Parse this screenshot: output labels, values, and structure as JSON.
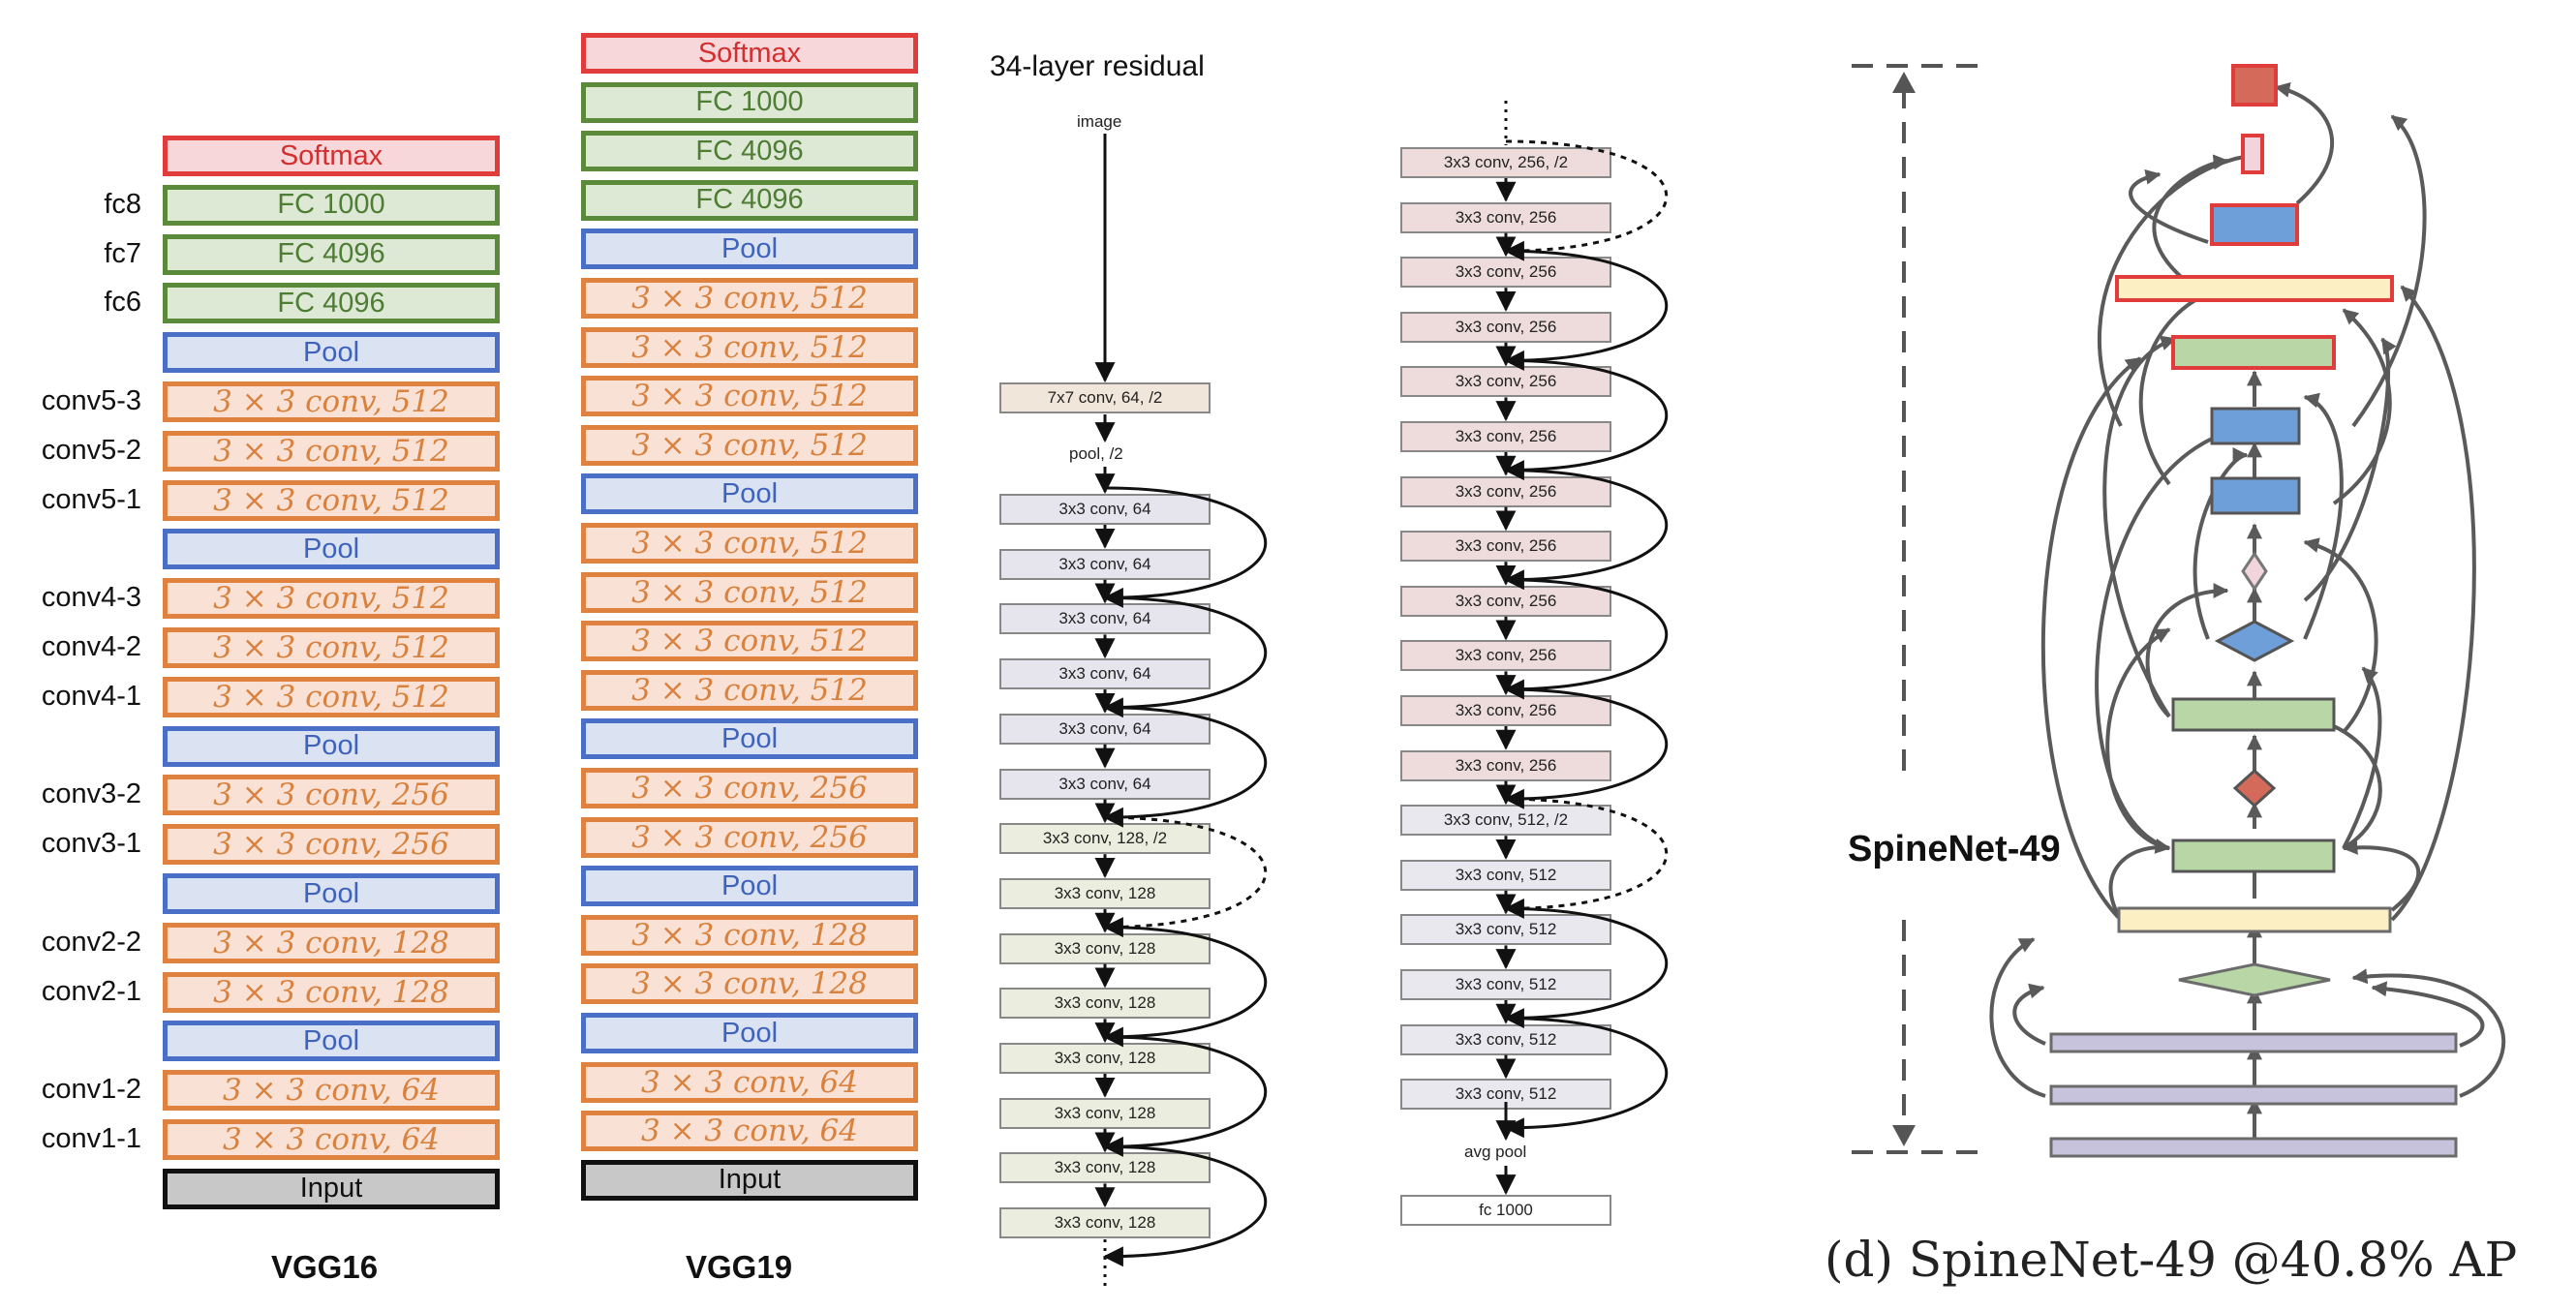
{
  "vgg16": {
    "caption": "VGG16",
    "layers": [
      {
        "kind": "softmax",
        "label": "Softmax",
        "name": ""
      },
      {
        "kind": "fc",
        "label": "FC 1000",
        "name": "fc8"
      },
      {
        "kind": "fc",
        "label": "FC 4096",
        "name": "fc7"
      },
      {
        "kind": "fc",
        "label": "FC 4096",
        "name": "fc6"
      },
      {
        "kind": "pool",
        "label": "Pool",
        "name": ""
      },
      {
        "kind": "conv",
        "label": "3 × 3 conv, 512",
        "name": "conv5-3"
      },
      {
        "kind": "conv",
        "label": "3 × 3 conv, 512",
        "name": "conv5-2"
      },
      {
        "kind": "conv",
        "label": "3 × 3 conv, 512",
        "name": "conv5-1"
      },
      {
        "kind": "pool",
        "label": "Pool",
        "name": ""
      },
      {
        "kind": "conv",
        "label": "3 × 3 conv, 512",
        "name": "conv4-3"
      },
      {
        "kind": "conv",
        "label": "3 × 3 conv, 512",
        "name": "conv4-2"
      },
      {
        "kind": "conv",
        "label": "3 × 3 conv, 512",
        "name": "conv4-1"
      },
      {
        "kind": "pool",
        "label": "Pool",
        "name": ""
      },
      {
        "kind": "conv",
        "label": "3 × 3 conv, 256",
        "name": "conv3-2"
      },
      {
        "kind": "conv",
        "label": "3 × 3 conv, 256",
        "name": "conv3-1"
      },
      {
        "kind": "pool",
        "label": "Pool",
        "name": ""
      },
      {
        "kind": "conv",
        "label": "3 × 3 conv, 128",
        "name": "conv2-2"
      },
      {
        "kind": "conv",
        "label": "3 × 3 conv, 128",
        "name": "conv2-1"
      },
      {
        "kind": "pool",
        "label": "Pool",
        "name": ""
      },
      {
        "kind": "conv",
        "label": "3 × 3 conv, 64",
        "name": "conv1-2"
      },
      {
        "kind": "conv",
        "label": "3 × 3 conv, 64",
        "name": "conv1-1"
      },
      {
        "kind": "input",
        "label": "Input",
        "name": ""
      }
    ]
  },
  "vgg19": {
    "caption": "VGG19",
    "layers": [
      {
        "kind": "softmax",
        "label": "Softmax"
      },
      {
        "kind": "fc",
        "label": "FC 1000"
      },
      {
        "kind": "fc",
        "label": "FC 4096"
      },
      {
        "kind": "fc",
        "label": "FC 4096"
      },
      {
        "kind": "pool",
        "label": "Pool"
      },
      {
        "kind": "conv",
        "label": "3 × 3 conv, 512"
      },
      {
        "kind": "conv",
        "label": "3 × 3 conv, 512"
      },
      {
        "kind": "conv",
        "label": "3 × 3 conv, 512"
      },
      {
        "kind": "conv",
        "label": "3 × 3 conv, 512"
      },
      {
        "kind": "pool",
        "label": "Pool"
      },
      {
        "kind": "conv",
        "label": "3 × 3 conv, 512"
      },
      {
        "kind": "conv",
        "label": "3 × 3 conv, 512"
      },
      {
        "kind": "conv",
        "label": "3 × 3 conv, 512"
      },
      {
        "kind": "conv",
        "label": "3 × 3 conv, 512"
      },
      {
        "kind": "pool",
        "label": "Pool"
      },
      {
        "kind": "conv",
        "label": "3 × 3 conv, 256"
      },
      {
        "kind": "conv",
        "label": "3 × 3 conv, 256"
      },
      {
        "kind": "pool",
        "label": "Pool"
      },
      {
        "kind": "conv",
        "label": "3 × 3 conv, 128"
      },
      {
        "kind": "conv",
        "label": "3 × 3 conv, 128"
      },
      {
        "kind": "pool",
        "label": "Pool"
      },
      {
        "kind": "conv",
        "label": "3 × 3 conv, 64"
      },
      {
        "kind": "conv",
        "label": "3 × 3 conv, 64"
      },
      {
        "kind": "input",
        "label": "Input"
      }
    ]
  },
  "resnet": {
    "title": "34-layer residual",
    "image_label": "image",
    "stem_label": "7x7 conv, 64, /2",
    "pool_label": "pool, /2",
    "col1": [
      {
        "label": "3x3 conv, 64",
        "color": "#e6e4ec"
      },
      {
        "label": "3x3 conv, 64",
        "color": "#e6e4ec"
      },
      {
        "label": "3x3 conv, 64",
        "color": "#e6e4ec"
      },
      {
        "label": "3x3 conv, 64",
        "color": "#e6e4ec"
      },
      {
        "label": "3x3 conv, 64",
        "color": "#e6e4ec"
      },
      {
        "label": "3x3 conv, 64",
        "color": "#e6e4ec"
      },
      {
        "label": "3x3 conv, 128, /2",
        "color": "#ebeede"
      },
      {
        "label": "3x3 conv, 128",
        "color": "#ebeede"
      },
      {
        "label": "3x3 conv, 128",
        "color": "#ebeede"
      },
      {
        "label": "3x3 conv, 128",
        "color": "#ebeede"
      },
      {
        "label": "3x3 conv, 128",
        "color": "#ebeede"
      },
      {
        "label": "3x3 conv, 128",
        "color": "#ebeede"
      },
      {
        "label": "3x3 conv, 128",
        "color": "#ebeede"
      },
      {
        "label": "3x3 conv, 128",
        "color": "#ebeede"
      }
    ],
    "col2": [
      {
        "label": "3x3 conv, 256, /2",
        "color": "#eedcdc"
      },
      {
        "label": "3x3 conv, 256",
        "color": "#eedcdc"
      },
      {
        "label": "3x3 conv, 256",
        "color": "#eedcdc"
      },
      {
        "label": "3x3 conv, 256",
        "color": "#eedcdc"
      },
      {
        "label": "3x3 conv, 256",
        "color": "#eedcdc"
      },
      {
        "label": "3x3 conv, 256",
        "color": "#eedcdc"
      },
      {
        "label": "3x3 conv, 256",
        "color": "#eedcdc"
      },
      {
        "label": "3x3 conv, 256",
        "color": "#eedcdc"
      },
      {
        "label": "3x3 conv, 256",
        "color": "#eedcdc"
      },
      {
        "label": "3x3 conv, 256",
        "color": "#eedcdc"
      },
      {
        "label": "3x3 conv, 256",
        "color": "#eedcdc"
      },
      {
        "label": "3x3 conv, 256",
        "color": "#eedcdc"
      },
      {
        "label": "3x3 conv, 512, /2",
        "color": "#e8e8ee"
      },
      {
        "label": "3x3 conv, 512",
        "color": "#e8e8ee"
      },
      {
        "label": "3x3 conv, 512",
        "color": "#e8e8ee"
      },
      {
        "label": "3x3 conv, 512",
        "color": "#e8e8ee"
      },
      {
        "label": "3x3 conv, 512",
        "color": "#e8e8ee"
      },
      {
        "label": "3x3 conv, 512",
        "color": "#e8e8ee"
      }
    ],
    "avgpool_label": "avg pool",
    "fc_label": "fc 1000"
  },
  "spinenet": {
    "side_label": "SpineNet-49",
    "caption": "(d) SpineNet-49 @40.8% AP"
  },
  "colors": {
    "softmax": "#e03c3c",
    "fc": "#5b8a3a",
    "pool": "#4a6fc6",
    "conv": "#e0823f",
    "input": "#111111"
  }
}
